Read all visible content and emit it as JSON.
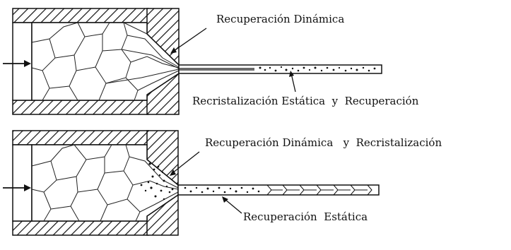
{
  "top_diagram": {
    "label_dynamic_recovery": "Recuperación Dinámica",
    "label_static_recryst_recovery": "Recristalización Estática  y  Recuperación"
  },
  "bottom_diagram": {
    "label_dynamic_recovery_recryst": "Recuperación Dinámica   y  Recristalización",
    "label_static_recovery": "Recuperación  Estática"
  },
  "colors": {
    "ink": "#111111",
    "background": "#ffffff"
  }
}
